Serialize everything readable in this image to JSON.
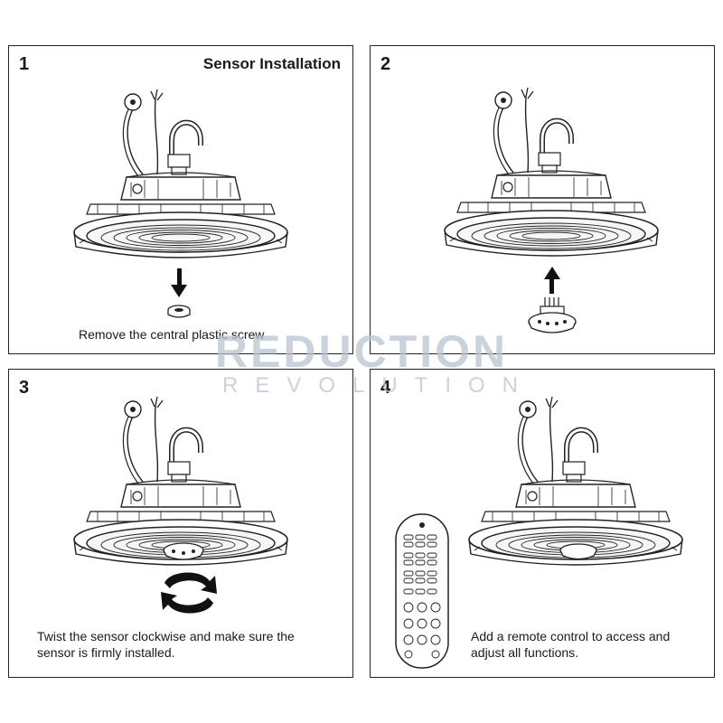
{
  "steps": [
    {
      "number": "1",
      "title": "Sensor Installation",
      "caption_lines": [
        "Remove the central plastic screw"
      ]
    },
    {
      "number": "2",
      "title": "",
      "caption_lines": []
    },
    {
      "number": "3",
      "title": "",
      "caption_lines": [
        "Twist the sensor clockwise and make sure the",
        "sensor is firmly installed."
      ]
    },
    {
      "number": "4",
      "title": "",
      "caption_lines": [
        "Add a remote control to access and",
        "adjust all functions."
      ]
    }
  ],
  "watermark": {
    "line1": "REDUCTION",
    "line2": "REVOLUTION"
  },
  "icons": [
    "high-bay-light-fixture-icon",
    "down-arrow-icon",
    "up-arrow-icon",
    "plastic-screw-icon",
    "sensor-module-icon",
    "clockwise-rotation-icon",
    "remote-control-icon"
  ],
  "colors": {
    "ink": "#1a1a1a",
    "watermark": "#b9c4d0"
  }
}
